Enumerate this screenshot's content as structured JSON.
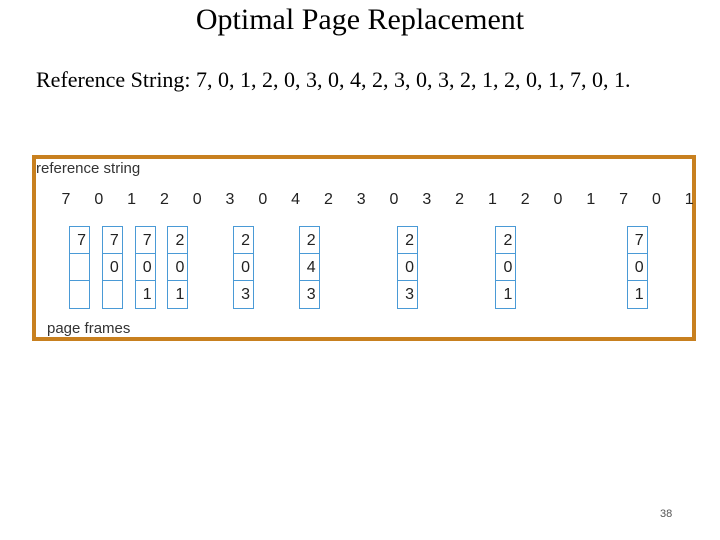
{
  "slide": {
    "title": "Optimal Page Replacement",
    "reference_line": "Reference String: 7, 0, 1, 2, 0, 3, 0, 4, 2, 3, 0, 3, 2, 1, 2, 0, 1, 7, 0, 1.",
    "page_number": "38"
  },
  "figure": {
    "reference_label": "reference string",
    "page_frames_label": "page frames",
    "sequence": [
      "7",
      "0",
      "1",
      "2",
      "0",
      "3",
      "0",
      "4",
      "2",
      "3",
      "0",
      "3",
      "2",
      "1",
      "2",
      "0",
      "1",
      "7",
      "0",
      "1"
    ],
    "frames": [
      {
        "at_index": 0,
        "cells": [
          "7",
          "",
          ""
        ]
      },
      {
        "at_index": 1,
        "cells": [
          "7",
          "0",
          ""
        ]
      },
      {
        "at_index": 2,
        "cells": [
          "7",
          "0",
          "1"
        ]
      },
      {
        "at_index": 3,
        "cells": [
          "2",
          "0",
          "1"
        ]
      },
      {
        "at_index": 5,
        "cells": [
          "2",
          "0",
          "3"
        ]
      },
      {
        "at_index": 7,
        "cells": [
          "2",
          "4",
          "3"
        ]
      },
      {
        "at_index": 10,
        "cells": [
          "2",
          "0",
          "3"
        ]
      },
      {
        "at_index": 13,
        "cells": [
          "2",
          "0",
          "1"
        ]
      },
      {
        "at_index": 17,
        "cells": [
          "7",
          "0",
          "1"
        ]
      }
    ]
  },
  "colors": {
    "border": "#c8801f",
    "frame_line": "#4a9ad6"
  }
}
